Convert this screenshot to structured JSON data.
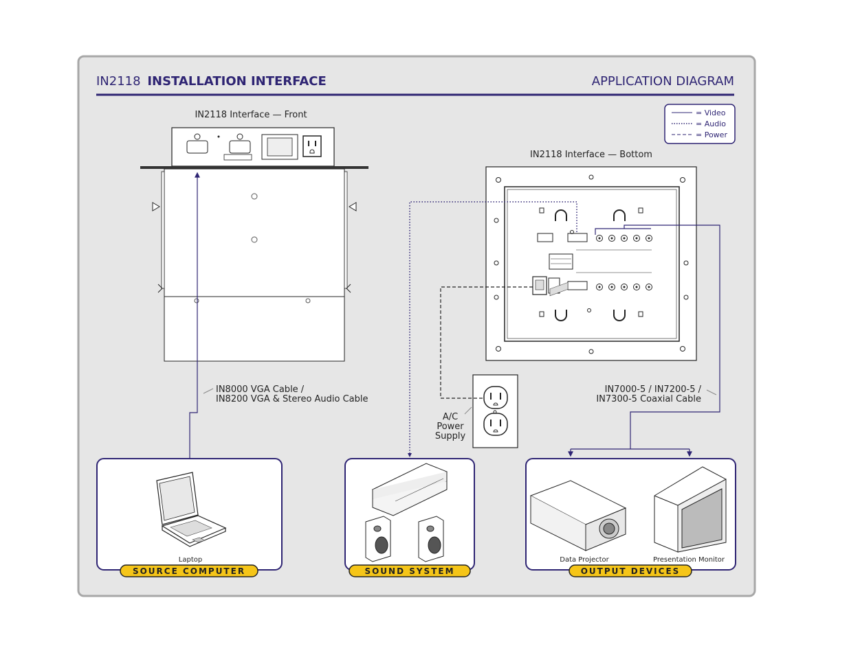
{
  "header": {
    "model": "IN2118",
    "product": "INSTALLATION INTERFACE",
    "diagram_type": "APPLICATION DIAGRAM"
  },
  "legend": {
    "video": "= Video",
    "audio": "= Audio",
    "power": "= Power"
  },
  "front_panel": {
    "title": "IN2118 Interface — Front"
  },
  "bottom_panel": {
    "title": "IN2118 Interface — Bottom"
  },
  "cables": {
    "vga_line1": "IN8000 VGA Cable /",
    "vga_line2": "IN8200 VGA & Stereo Audio Cable",
    "coax_line1": "IN7000-5 / IN7200-5 /",
    "coax_line2": "IN7300-5 Coaxial Cable",
    "power_line1": "A/C",
    "power_line2": "Power",
    "power_line3": "Supply"
  },
  "groups": {
    "source": {
      "banner": "SOURCE COMPUTER",
      "items": [
        "Laptop"
      ]
    },
    "sound": {
      "banner": "SOUND SYSTEM"
    },
    "output": {
      "banner": "OUTPUT DEVICES",
      "items": [
        "Data Projector",
        "Presentation Monitor"
      ]
    }
  },
  "colors": {
    "accent": "#2e2473",
    "panel_bg": "#e6e6e6",
    "panel_border": "#a7a7a7",
    "banner_fill": "#f5c518",
    "line": "#2e2473"
  }
}
